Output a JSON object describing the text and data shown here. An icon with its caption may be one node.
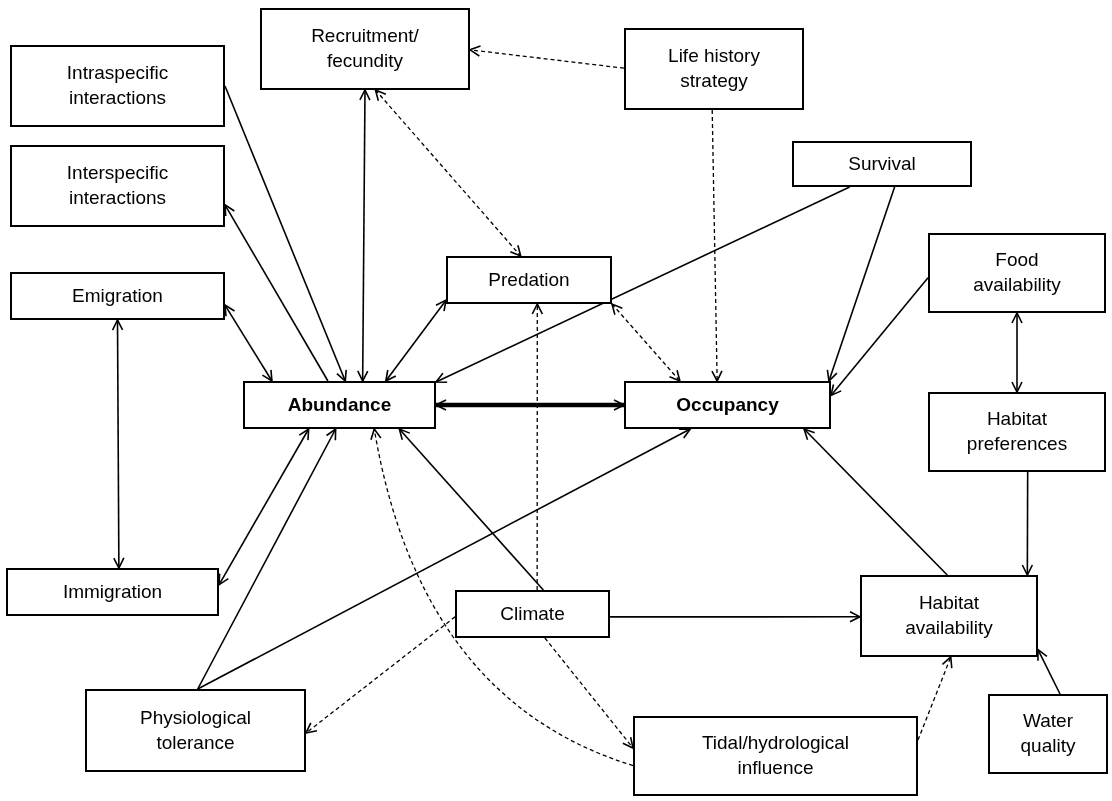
{
  "diagram": {
    "nodes": [
      {
        "text": [
          "Recruitment/ fecundity"
        ]
      },
      {
        "text": [
          "Life history strategy"
        ]
      },
      {
        "text": [
          "Intraspecific interactions"
        ]
      },
      {
        "text": [
          "Interspecific interactions"
        ]
      },
      {
        "text": [
          "Survival"
        ]
      },
      {
        "text": [
          "Emigration"
        ]
      },
      {
        "text": [
          "Predation"
        ]
      },
      {
        "text": [
          "Food availability"
        ]
      },
      {
        "text": [
          "Abundance"
        ]
      },
      {
        "text": [
          "Occupancy"
        ]
      },
      {
        "text": [
          "Habitat preferences"
        ]
      },
      {
        "text": [
          "Immigration"
        ]
      },
      {
        "text": [
          "Climate"
        ]
      },
      {
        "text": [
          "Habitat availability"
        ]
      },
      {
        "text": [
          "Physiological tolerance"
        ]
      },
      {
        "text": [
          "Tidal/hydrological influence"
        ]
      },
      {
        "text": [
          "Water quality"
        ]
      }
    ],
    "edges": [
      {
        "from": 1,
        "to": 0,
        "arrow": "to",
        "style": "dashed"
      },
      {
        "from": 0,
        "to": 8,
        "arrow": "both"
      },
      {
        "from": 0,
        "to": 6,
        "arrow": "both",
        "style": "dashed"
      },
      {
        "from": 2,
        "to": 8,
        "arrow": "to"
      },
      {
        "from": 8,
        "to": 3,
        "arrow": "to"
      },
      {
        "from": 5,
        "to": 8,
        "arrow": "both"
      },
      {
        "from": 8,
        "to": 6,
        "arrow": "both"
      },
      {
        "from": 4,
        "to": 8,
        "arrow": "to"
      },
      {
        "from": 4,
        "to": 9,
        "arrow": "to"
      },
      {
        "from": 1,
        "to": 9,
        "arrow": "to",
        "style": "dashed"
      },
      {
        "from": 6,
        "to": 9,
        "arrow": "both",
        "style": "dashed"
      },
      {
        "from": 7,
        "to": 9,
        "arrow": "to"
      },
      {
        "from": 8,
        "to": 9,
        "arrow": "both",
        "style": "thick"
      },
      {
        "from": 7,
        "to": 10,
        "arrow": "both"
      },
      {
        "from": 5,
        "to": 11,
        "arrow": "both"
      },
      {
        "from": 11,
        "to": 8,
        "arrow": "both"
      },
      {
        "from": 14,
        "to": 8,
        "arrow": "to"
      },
      {
        "from": 14,
        "to": 9,
        "arrow": "to"
      },
      {
        "from": 12,
        "to": 6,
        "arrow": "to",
        "style": "dashed"
      },
      {
        "from": 12,
        "to": 8,
        "arrow": "to"
      },
      {
        "from": 12,
        "to": 14,
        "arrow": "to",
        "style": "dashed"
      },
      {
        "from": 15,
        "to": 8,
        "arrow": "to",
        "style": "dashed"
      },
      {
        "from": 12,
        "to": 15,
        "arrow": "to",
        "style": "dashed"
      },
      {
        "from": 12,
        "to": 13,
        "arrow": "to"
      },
      {
        "from": 13,
        "to": 9,
        "arrow": "to"
      },
      {
        "from": 10,
        "to": 13,
        "arrow": "to"
      },
      {
        "from": 15,
        "to": 13,
        "arrow": "to",
        "style": "dashed"
      },
      {
        "from": 16,
        "to": 13,
        "arrow": "to"
      }
    ]
  }
}
